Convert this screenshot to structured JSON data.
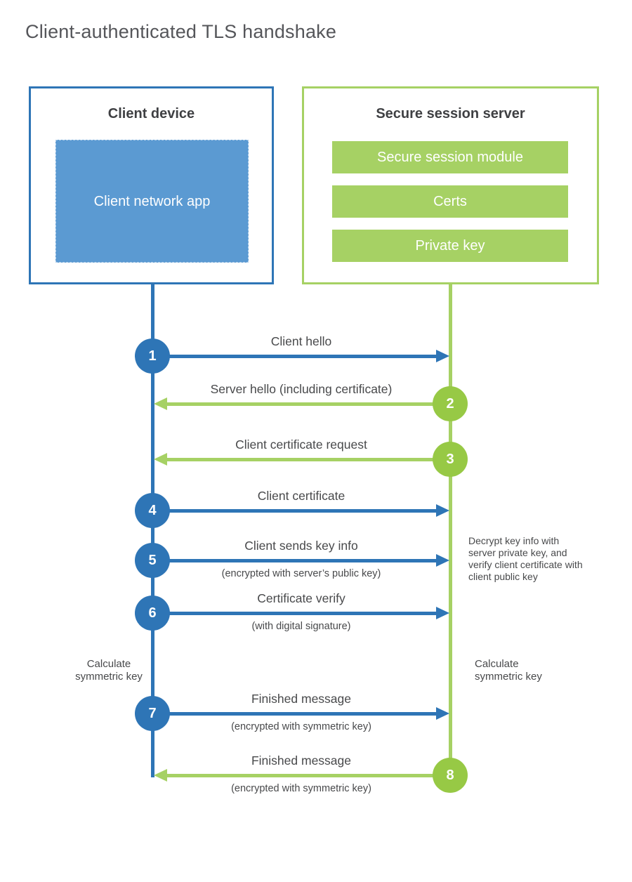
{
  "title": "Client-authenticated TLS handshake",
  "client_box": {
    "title": "Client device",
    "app": "Client network app"
  },
  "server_box": {
    "title": "Secure session server",
    "modules": [
      "Secure session module",
      "Certs",
      "Private key"
    ]
  },
  "steps": [
    {
      "num": "1",
      "label": "Client hello",
      "sub": "",
      "direction": "right",
      "color": "blue"
    },
    {
      "num": "2",
      "label": "Server hello (including certificate)",
      "sub": "",
      "direction": "left",
      "color": "green"
    },
    {
      "num": "3",
      "label": "Client certificate request",
      "sub": "",
      "direction": "left",
      "color": "green"
    },
    {
      "num": "4",
      "label": "Client certificate",
      "sub": "",
      "direction": "right",
      "color": "blue"
    },
    {
      "num": "5",
      "label": "Client sends key info",
      "sub": "(encrypted with server’s public key)",
      "direction": "right",
      "color": "blue"
    },
    {
      "num": "6",
      "label": "Certificate verify",
      "sub": "(with digital signature)",
      "direction": "right",
      "color": "blue"
    },
    {
      "num": "7",
      "label": "Finished message",
      "sub": "(encrypted with symmetric key)",
      "direction": "right",
      "color": "blue"
    },
    {
      "num": "8",
      "label": "Finished message",
      "sub": "(encrypted with symmetric key)",
      "direction": "left",
      "color": "green"
    }
  ],
  "annotations": {
    "decrypt_note": "Decrypt key info with server private key, and verify client certificate with client public key",
    "calculate_left": "Calculate symmetric key",
    "calculate_right": "Calculate symmetric key"
  },
  "colors": {
    "blue": "#2e75b6",
    "blue_fill": "#5b9ad2",
    "green": "#a6d164",
    "green_circle": "#97c945",
    "text_dark": "#3f4043",
    "text_label": "#48494b",
    "title_gray": "#55565a"
  }
}
